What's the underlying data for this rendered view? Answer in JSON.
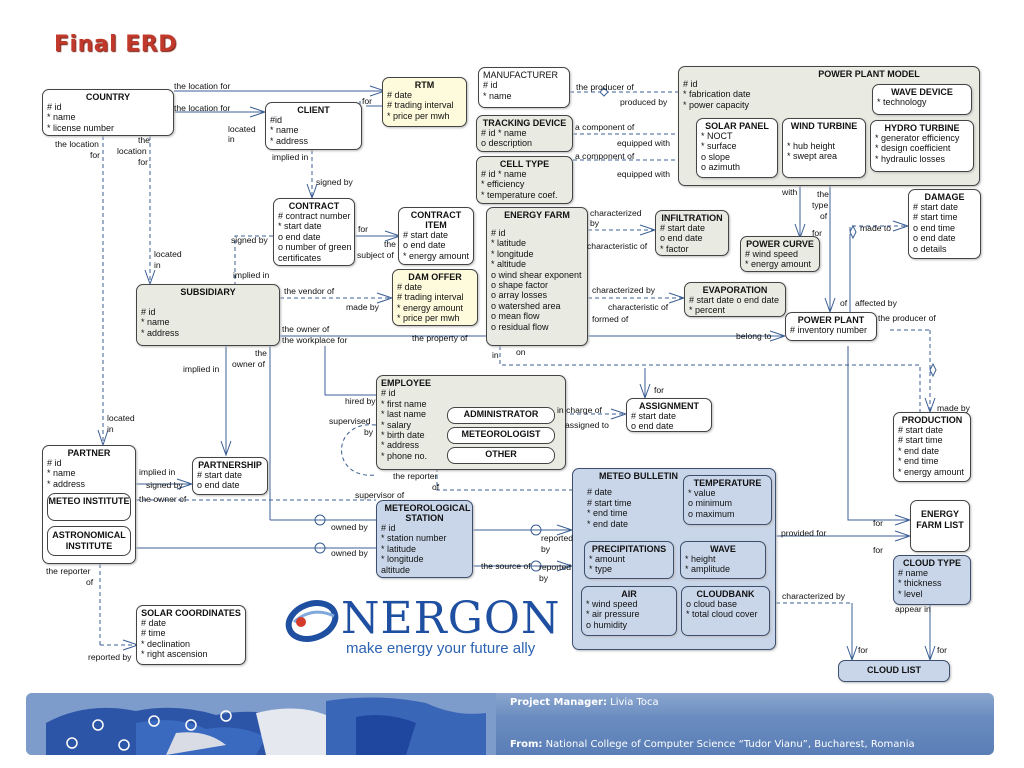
{
  "page_title": "Final ERD",
  "entities": {
    "country": {
      "title": "COUNTRY",
      "attrs": [
        "# id",
        "* name",
        "* license number"
      ]
    },
    "rtm": {
      "title": "RTM",
      "attrs": [
        "# date",
        "# trading interval",
        "* price per mwh"
      ]
    },
    "client": {
      "title": "CLIENT",
      "attrs": [
        "#id",
        "* name",
        "* address"
      ]
    },
    "manufacturer": {
      "title": "MANUFACTURER",
      "attrs": [
        "# id",
        "* name"
      ]
    },
    "tracking_device": {
      "title": "TRACKING DEVICE",
      "attrs": [
        "# id      * name",
        "o description"
      ]
    },
    "cell_type": {
      "title": "CELL TYPE",
      "attrs": [
        "# id      * name",
        "* efficiency",
        "* temperature coef."
      ]
    },
    "power_plant_model": {
      "title": "POWER PLANT MODEL",
      "attrs": [
        "# id",
        "* fabrication date",
        "* power capacity"
      ]
    },
    "solar_panel": {
      "title": "SOLAR PANEL",
      "attrs": [
        "* NOCT",
        "* surface",
        "o slope",
        "o azimuth"
      ]
    },
    "wind_turbine": {
      "title": "WIND TURBINE",
      "attrs": [
        "* hub height",
        "* swept area"
      ]
    },
    "wave_device": {
      "title": "WAVE DEVICE",
      "attrs": [
        "* technology"
      ]
    },
    "hydro_turbine": {
      "title": "HYDRO TURBINE",
      "attrs": [
        "* generator efficiency",
        "* design coefficient",
        "* hydraulic losses"
      ]
    },
    "contract": {
      "title": "CONTRACT",
      "attrs": [
        "# contract number",
        "* start date",
        "o end date",
        "o number of green",
        "certificates"
      ]
    },
    "contract_item": {
      "title": "CONTRACT ITEM",
      "attrs": [
        "# start date",
        "o end date",
        "* energy amount"
      ]
    },
    "energy_farm": {
      "title": "ENERGY FARM",
      "attrs": [
        "# id",
        "* latitude",
        "* longitude",
        "* altitude",
        "o wind shear exponent",
        "o shape factor",
        "o array losses",
        "o watershed area",
        "o mean flow",
        "o residual flow"
      ]
    },
    "infiltration": {
      "title": "INFILTRATION",
      "attrs": [
        "# start date",
        "o end date",
        "* factor"
      ]
    },
    "power_curve": {
      "title": "POWER CURVE",
      "attrs": [
        "# wind speed",
        "* energy amount"
      ]
    },
    "damage": {
      "title": "DAMAGE",
      "attrs": [
        "# start date",
        "# start time",
        "o end time",
        "o end date",
        "o details"
      ]
    },
    "dam_offer": {
      "title": "DAM OFFER",
      "attrs": [
        "# date",
        "# trading interval",
        "* energy amount",
        "* price per mwh"
      ]
    },
    "subsidiary": {
      "title": "SUBSIDIARY",
      "attrs": [
        "# id",
        "* name",
        "* address"
      ]
    },
    "evaporation": {
      "title": "EVAPORATION",
      "attrs": [
        "# start date o end date",
        "* percent"
      ]
    },
    "power_plant": {
      "title": "POWER PLANT",
      "attrs": [
        "# inventory number"
      ]
    },
    "employee": {
      "title": "EMPLOYEE",
      "attrs": [
        "# id",
        "* first name",
        "* last name",
        "* salary",
        "* birth date",
        "* address",
        "* phone no."
      ]
    },
    "assignment": {
      "title": "ASSIGNMENT",
      "attrs": [
        "# start date",
        "o end date"
      ]
    },
    "production": {
      "title": "PRODUCTION",
      "attrs": [
        "# start date",
        "# start time",
        "* end date",
        "* end time",
        "* energy amount"
      ]
    },
    "partner": {
      "title": "PARTNER",
      "attrs": [
        "# id",
        "* name",
        "* address"
      ]
    },
    "partnership": {
      "title": "PARTNERSHIP",
      "attrs": [
        "# start date",
        "o end date"
      ]
    },
    "meteorological_station": {
      "title": "METEOROLOGICAL STATION",
      "attrs": [
        "# id",
        "* station number",
        "* latitude",
        "* longitude",
        "altitude"
      ]
    },
    "meteo_bulletin": {
      "title": "METEO BULLETIN",
      "attrs": [
        "# date",
        "# start time",
        "* end time",
        "* end date"
      ]
    },
    "temperature": {
      "title": "TEMPERATURE",
      "attrs": [
        "* value",
        "o minimum",
        "o maximum"
      ]
    },
    "precipitations": {
      "title": "PRECIPITATIONS",
      "attrs": [
        "* amount",
        "* type"
      ]
    },
    "wave": {
      "title": "WAVE",
      "attrs": [
        "* height",
        "* amplitude"
      ]
    },
    "air": {
      "title": "AIR",
      "attrs": [
        "* wind speed",
        "* air pressure",
        "o humidity"
      ]
    },
    "cloudbank": {
      "title": "CLOUDBANK",
      "attrs": [
        "o cloud base",
        "* total cloud cover"
      ]
    },
    "energy_farm_list": {
      "title": "ENERGY FARM LIST",
      "attrs": []
    },
    "cloud_type": {
      "title": "CLOUD TYPE",
      "attrs": [
        "# name",
        "* thickness",
        "* level"
      ]
    },
    "cloud_list": {
      "title": "CLOUD LIST",
      "attrs": []
    },
    "solar_coordinates": {
      "title": "SOLAR COORDINATES",
      "attrs": [
        "# date",
        "# time",
        "* declination",
        "* right ascension"
      ]
    }
  },
  "subtypes": {
    "administrator": "ADMINISTRATOR",
    "meteorologist": "METEOROLOGIST",
    "other": "OTHER",
    "meteo_institute": "METEO INSTITUTE",
    "astronomical_institute": "ASTRONOMICAL INSTITUTE"
  },
  "relationship_labels": {
    "l01": "the location for",
    "l02": "for",
    "l03": "the location for",
    "l04": "located",
    "l05": "in",
    "l06": "the location",
    "l07": "for",
    "l08": "the",
    "l09": "location",
    "l10": "for",
    "l11": "the producer of",
    "l12": "produced by",
    "l13": "a component of",
    "l14": "equipped with",
    "l15": "a component of",
    "l16": "equipped with",
    "l17": "implied in",
    "l18": "signed by",
    "l19": "signed by",
    "l20": "for",
    "l21": "the",
    "l22": "subject of",
    "l23": "characterized",
    "l24": "by",
    "l25": "characteristic of",
    "l26": "with",
    "l27": "the",
    "l28": "type",
    "l29": "of",
    "l30": "for",
    "l31": "made to",
    "l32": "located",
    "l33": "in",
    "l34": "implied in",
    "l35": "the vendor of",
    "l36": "made by",
    "l37": "characterized by",
    "l38": "characteristic of",
    "l39": "formed of",
    "l40": "of",
    "l41": "affected by",
    "l42": "the owner of",
    "l43": "the workplace for",
    "l44": "the property of",
    "l45": "belong to",
    "l46": "the producer of",
    "l47": "in",
    "l48": "on",
    "l49": "the",
    "l50": "owner of",
    "l51": "implied in",
    "l52": "hired by",
    "l53": "supervised",
    "l54": "by",
    "l55": "in charge of",
    "l56": "assigned to",
    "l57": "for",
    "l58": "made by",
    "l59": "located",
    "l60": "in",
    "l61": "implied in",
    "l62": "signed by",
    "l63": "the owner of",
    "l64": "the reporter",
    "l65": "of",
    "l66": "supervisor of",
    "l67": "owned  by",
    "l68": "owned  by",
    "l69": "reported",
    "l70": "by",
    "l71": "the source of",
    "l72": "reported",
    "l73": "by",
    "l74": "provided for",
    "l75": "for",
    "l76": "for",
    "l77": "characterized by",
    "l78": "appear in",
    "l79": "for",
    "l80": "for",
    "l81": "the reporter",
    "l82": "of",
    "l83": "reported by"
  },
  "logo": {
    "name": "NERGON",
    "tagline": "make energy your future ally"
  },
  "footer": {
    "pm_label": "Project Manager:",
    "pm_value": "Livia Toca",
    "from_label": "From:",
    "from_value": "National College of Computer Science “Tudor Vianu”, Bucharest, Romania"
  },
  "colors": {
    "title": "#c0392b",
    "blue_entity": "#c9d6ea",
    "yellow_entity": "#fdfbdc",
    "grey_entity": "#e9eae2",
    "footer": "#6a8cc0",
    "logo": "#1f4fa0"
  }
}
